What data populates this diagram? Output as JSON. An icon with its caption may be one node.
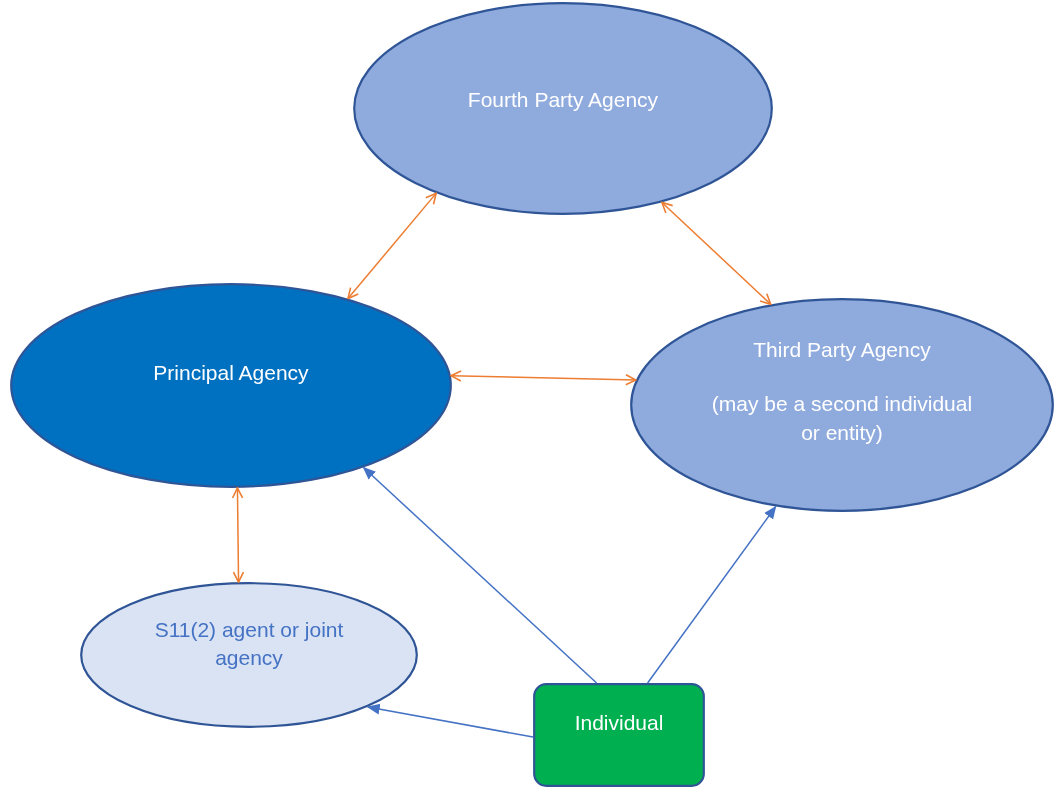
{
  "diagram": {
    "nodes": [
      {
        "text": [
          "Fourth Party Agency"
        ]
      },
      {
        "text": [
          "Principal Agency"
        ]
      },
      {
        "text": [
          "Third Party Agency",
          "(may be a second individual or entity)"
        ]
      },
      {
        "text": [
          "S11(2) agent or joint agency"
        ]
      },
      {
        "text": [
          "Individual"
        ]
      }
    ],
    "edges": [
      {
        "from": 1,
        "to": 0,
        "arrow": "both"
      },
      {
        "from": 0,
        "to": 2,
        "arrow": "both"
      },
      {
        "from": 1,
        "to": 2,
        "arrow": "both"
      },
      {
        "from": 1,
        "to": 3,
        "arrow": "both"
      },
      {
        "from": 4,
        "to": 1,
        "arrow": "to",
        "color": "#4472c4"
      },
      {
        "from": 4,
        "to": 2,
        "arrow": "to",
        "color": "#4472c4"
      },
      {
        "from": 4,
        "to": 3,
        "arrow": "to",
        "color": "#4472c4"
      }
    ]
  }
}
